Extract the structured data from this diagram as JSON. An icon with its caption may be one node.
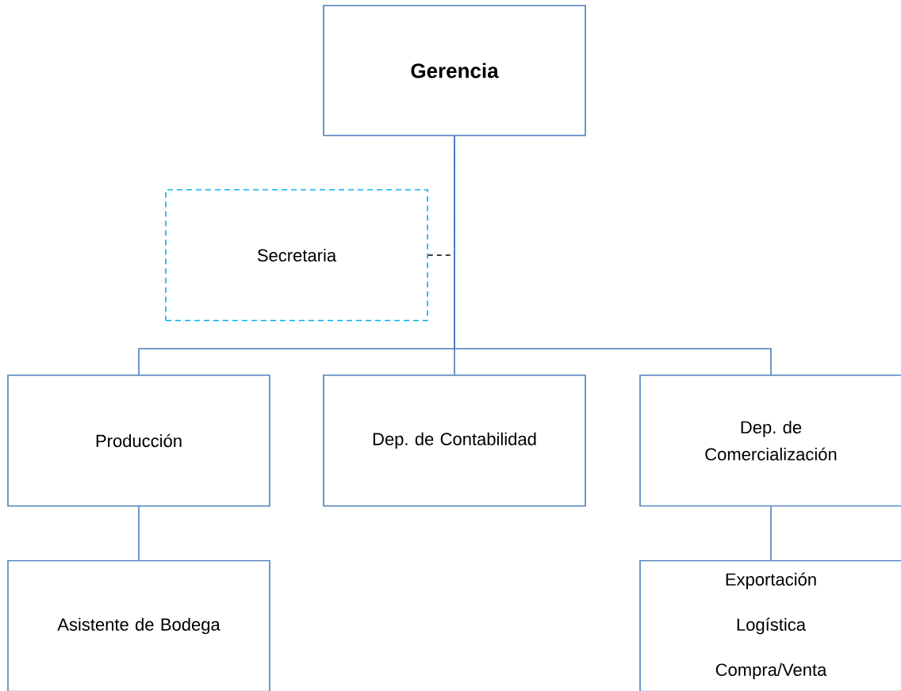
{
  "diagram": {
    "nodes": [
      {
        "text": [
          "Gerencia"
        ]
      },
      {
        "text": [
          "Secretaria"
        ]
      },
      {
        "text": [
          "Producción"
        ]
      },
      {
        "text": [
          "Dep. de Contabilidad"
        ]
      },
      {
        "text": [
          "Dep. de Comercialización"
        ]
      },
      {
        "text": [
          "Asistente de Bodega"
        ]
      },
      {
        "text": [
          "Exportación",
          "Logística",
          "Compra/Venta"
        ]
      }
    ],
    "edges": [
      {
        "from": 1,
        "to": 0,
        "arrow": "none",
        "style": "dashed",
        "color": "#000000"
      },
      {
        "from": 0,
        "to": 2,
        "arrow": "none"
      },
      {
        "from": 0,
        "to": 3,
        "arrow": "none"
      },
      {
        "from": 0,
        "to": 4,
        "arrow": "none"
      },
      {
        "from": 2,
        "to": 5,
        "arrow": "none"
      },
      {
        "from": 4,
        "to": 6,
        "arrow": "none"
      }
    ]
  }
}
